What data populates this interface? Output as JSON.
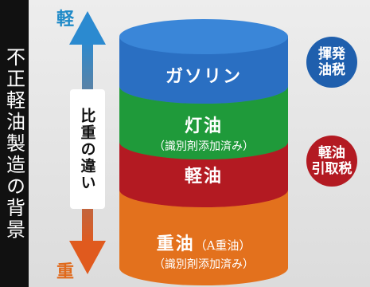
{
  "side_title": "不正軽油製造の背景",
  "axis": {
    "top_label": "軽",
    "bottom_label": "重",
    "arrow_label": "比重の違い"
  },
  "layers": [
    {
      "main": "ガソリン",
      "sub": "",
      "color": "#2a6fc2"
    },
    {
      "main": "灯油",
      "sub": "（識別剤添加済み）",
      "color": "#1f9a3a"
    },
    {
      "main": "軽油",
      "sub": "",
      "color": "#b31a22"
    },
    {
      "main": "重油",
      "main_suffix": "（A重油）",
      "sub": "（識別剤添加済み）",
      "color": "#e3711d"
    }
  ],
  "badges": [
    {
      "line1": "揮発",
      "line2": "油税",
      "color": "#1f5fad"
    },
    {
      "line1": "軽油",
      "line2": "引取税",
      "color": "#b31a22"
    }
  ],
  "arrow_colors": {
    "top": "#2b8ad0",
    "bottom": "#e05a1e"
  }
}
